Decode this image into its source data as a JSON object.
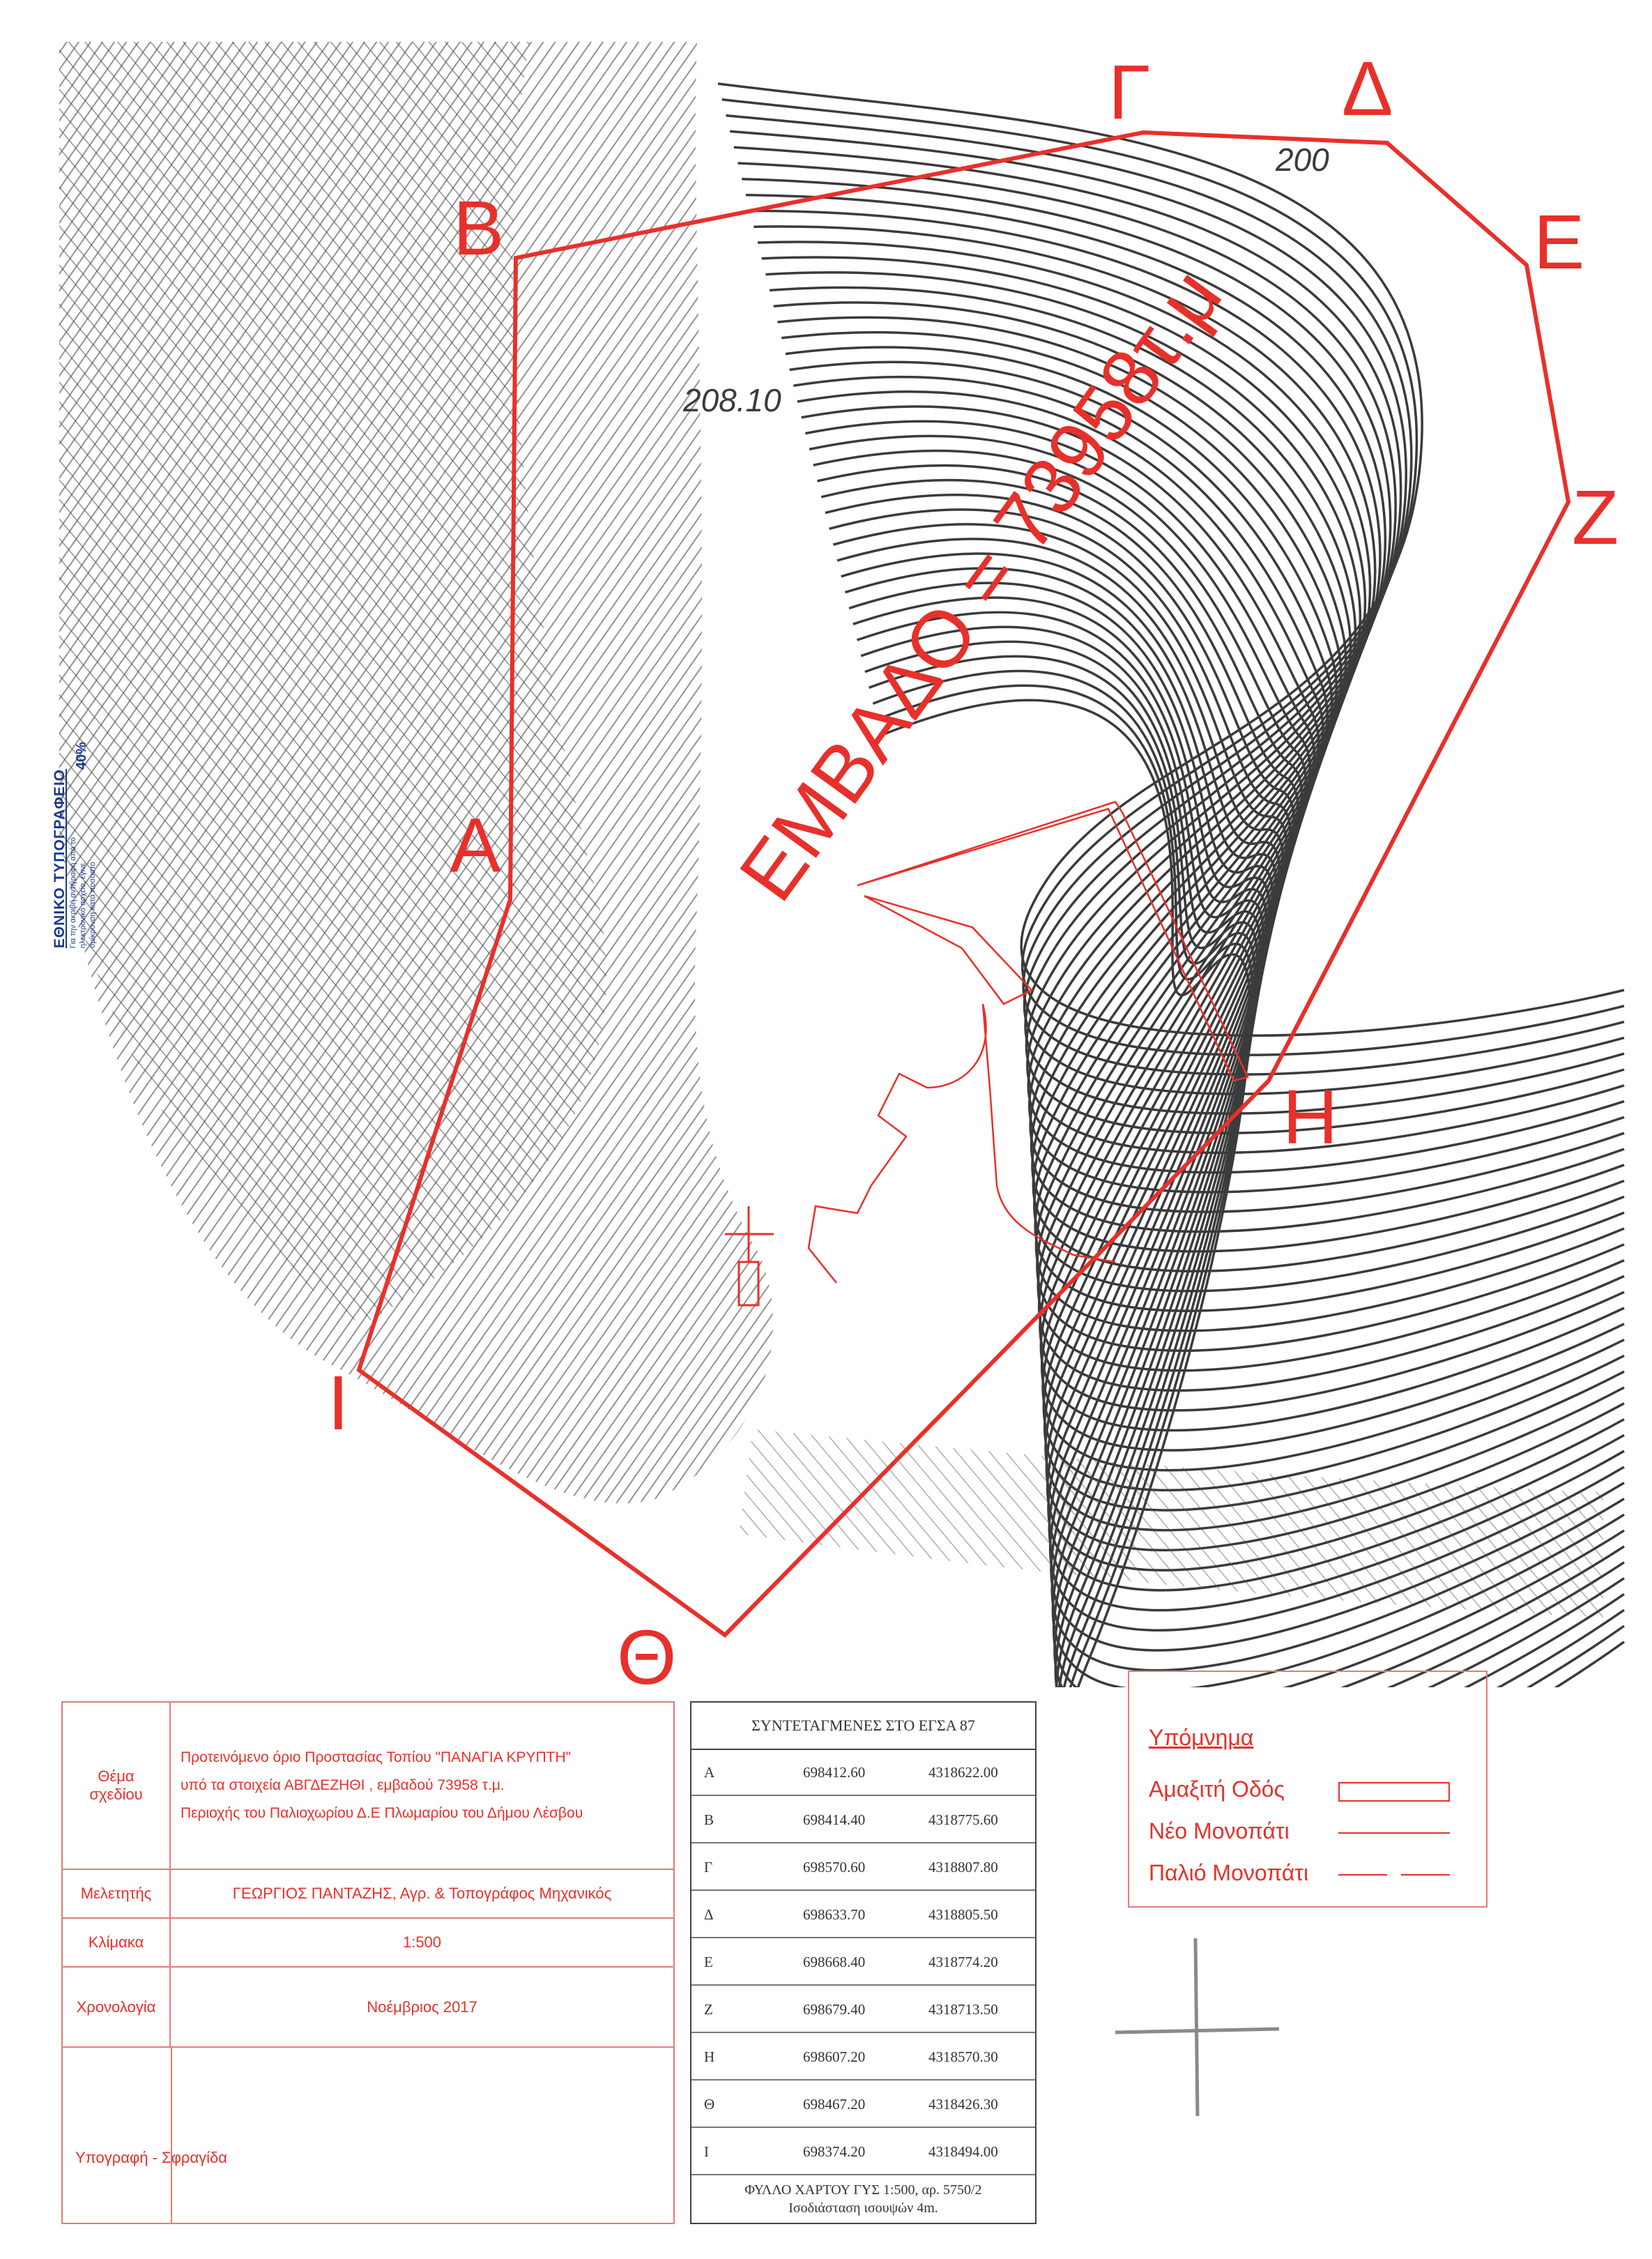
{
  "map": {
    "area_label": "ΕΜΒΑΔΟ = 73958τ.μ",
    "elevation_labels": [
      "200",
      "208.10"
    ],
    "vertices": [
      {
        "label": "Α"
      },
      {
        "label": "Β"
      },
      {
        "label": "Γ"
      },
      {
        "label": "Δ"
      },
      {
        "label": "Ε"
      },
      {
        "label": "Ζ"
      },
      {
        "label": "Η"
      },
      {
        "label": "Θ"
      },
      {
        "label": "Ι"
      }
    ],
    "boundary_color": "#e8302b",
    "contour_color": "#3b3b3b"
  },
  "stamp": {
    "title": "ΕΘΝΙΚΟ ΤΥΠΟΓΡΑΦΕΙΟ",
    "line1": "Για την ακριβή αντιγραφή από το",
    "line2": "ηλεκτρονικό αρχείο, έγινε",
    "line3": "σμίκρυνση κατά ποσοστό",
    "percent": "40%"
  },
  "info": {
    "subject_label": "Θέμα σχεδίου",
    "subject_lines": [
      "Προτεινόμενο όριο Προστασίας Τοπίου \"ΠΑΝΑΓΙΑ ΚΡΥΠΤΗ\"",
      "υπό τα στοιχεία ΑΒΓΔΕΖΗΘΙ , εμβαδού 73958 τ.μ.",
      "Περιοχής του Παλιοχωρίου Δ.Ε Πλωμαρίου του Δήμου Λέσβου"
    ],
    "surveyor_label": "Μελετητής",
    "surveyor_value": "ΓΕΩΡΓΙΟΣ ΠΑΝΤΑΖΗΣ, Αγρ. & Τοπογράφος Μηχανικός",
    "scale_label": "Κλίμακα",
    "scale_value": "1:500",
    "date_label": "Χρονολογία",
    "date_value": "Νοέμβριος 2017",
    "signature_label": "Υπογραφή - Σφραγίδα"
  },
  "coords": {
    "header": "ΣΥΝΤΕΤΑΓΜΕΝΕΣ ΣΤΟ ΕΓΣΑ 87",
    "rows": [
      {
        "point": "Α",
        "x": "698412.60",
        "y": "4318622.00"
      },
      {
        "point": "Β",
        "x": "698414.40",
        "y": "4318775.60"
      },
      {
        "point": "Γ",
        "x": "698570.60",
        "y": "4318807.80"
      },
      {
        "point": "Δ",
        "x": "698633.70",
        "y": "4318805.50"
      },
      {
        "point": "Ε",
        "x": "698668.40",
        "y": "4318774.20"
      },
      {
        "point": "Ζ",
        "x": "698679.40",
        "y": "4318713.50"
      },
      {
        "point": "Η",
        "x": "698607.20",
        "y": "4318570.30"
      },
      {
        "point": "Θ",
        "x": "698467.20",
        "y": "4318426.30"
      },
      {
        "point": "Ι",
        "x": "698374.20",
        "y": "4318494.00"
      }
    ],
    "footer_line1": "ΦΥΛΛΟ ΧΑΡΤΟΥ ΓΥΣ 1:500, αρ. 5750/2",
    "footer_line2": "Ισοδιάσταση ισουψών 4m."
  },
  "legend": {
    "title": "Υπόμνημα",
    "items": [
      {
        "label": "Αμαξιτή Οδός"
      },
      {
        "label": "Νέο Μονοπάτι"
      },
      {
        "label": "Παλιό Μονοπάτι"
      }
    ]
  }
}
